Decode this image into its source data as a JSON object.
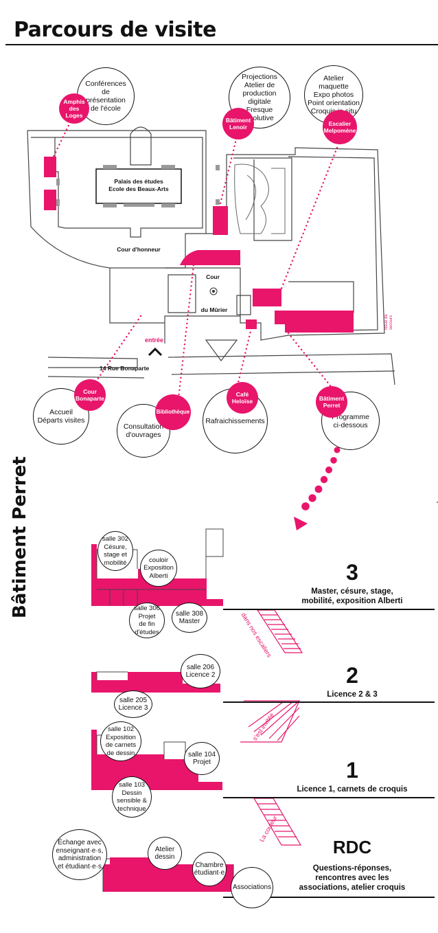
{
  "title": "Parcours de visite",
  "colors": {
    "accent": "#e8156b",
    "ink": "#111111",
    "wall": "#444444"
  },
  "map": {
    "palais_label": "Palais des études\nEcole des Beaux-Arts",
    "cour_honneur": "Cour d'honneur",
    "cour_label": "Cour",
    "du_murier": "du Mûrier",
    "entree": "entrée",
    "rue": "14 Rue Bonaparte",
    "issue": "Issue de\nsecours"
  },
  "top_stops": [
    {
      "dot": "Amphis\ndes\nLoges",
      "text": "Conférences\nde\nprésentation\nde l'école"
    },
    {
      "dot": "Bâtiment\nLenoir",
      "text": "Projections\nAtelier de\nproduction digitale\nFresque évolutive"
    },
    {
      "dot": "Escalier\nMelpomène",
      "text": "Atelier maquette\nExpo photos\nPoint orientation\nCroquis in situ"
    }
  ],
  "bottom_stops": [
    {
      "dot": "Cour\nBonaparte",
      "text": "Accueil\nDéparts visites"
    },
    {
      "dot": "Bibliothèque",
      "text": "Consultation\nd'ouvrages"
    },
    {
      "dot": "Café\nHeloïse",
      "text": "Rafraichissements"
    },
    {
      "dot": "Bâtiment\nPerret",
      "text": "Programme\nci-dessous"
    }
  ],
  "perret": {
    "title": "Bâtiment Perret",
    "floors": [
      {
        "num": "3",
        "desc": "Master, césure, stage,\nmobilité, exposition Alberti",
        "rooms": [
          "salle 302\nCésure,\nstage et\nmobilité",
          "couloir\nExposition\nAlberti",
          "salle 306\nProjet\nde fin\nd'études",
          "salle 308\nMaster"
        ]
      },
      {
        "num": "2",
        "desc": "Licence 2 & 3",
        "rooms": [
          "salle 206\nLicence 2",
          "salle 205\nLicence 3"
        ]
      },
      {
        "num": "1",
        "desc": "Licence 1, carnets de croquis",
        "rooms": [
          "salle 102\nExposition\nde carnets\nde dessin",
          "salle 104\nProjet",
          "salle 103\nDessin\nsensible &\ntechnique"
        ]
      },
      {
        "num": "RDC",
        "desc": "Questions-réponses,\nrencontres avec les\nassociations, atelier croquis",
        "rooms": [
          "Échange avec\nenseignant·e·s,\nadministration\net étudiant·e·s",
          "Atelier\ndessin",
          "Chambre\nétudiant·e",
          "Associations"
        ]
      }
    ],
    "stairs": [
      "dans nos escaliers",
      "s'est invitée",
      "La couleur"
    ]
  }
}
